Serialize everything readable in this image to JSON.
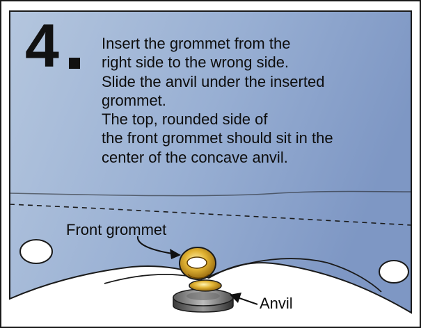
{
  "step": {
    "number": "4",
    "instructions": [
      "Insert the grommet from the",
      "right side to the wrong side.",
      "Slide the anvil under the inserted",
      "grommet.",
      "The top, rounded side of",
      "the front grommet should sit in the",
      "center of the concave anvil."
    ]
  },
  "labels": {
    "front_grommet": "Front grommet",
    "anvil": "Anvil"
  },
  "colors": {
    "fabric_light": "#a8bcd6",
    "fabric_dark": "#7d97c4",
    "outline": "#1a1a1a",
    "grommet_gold": "#d9a520",
    "anvil_gray": "#7a7a7a"
  }
}
